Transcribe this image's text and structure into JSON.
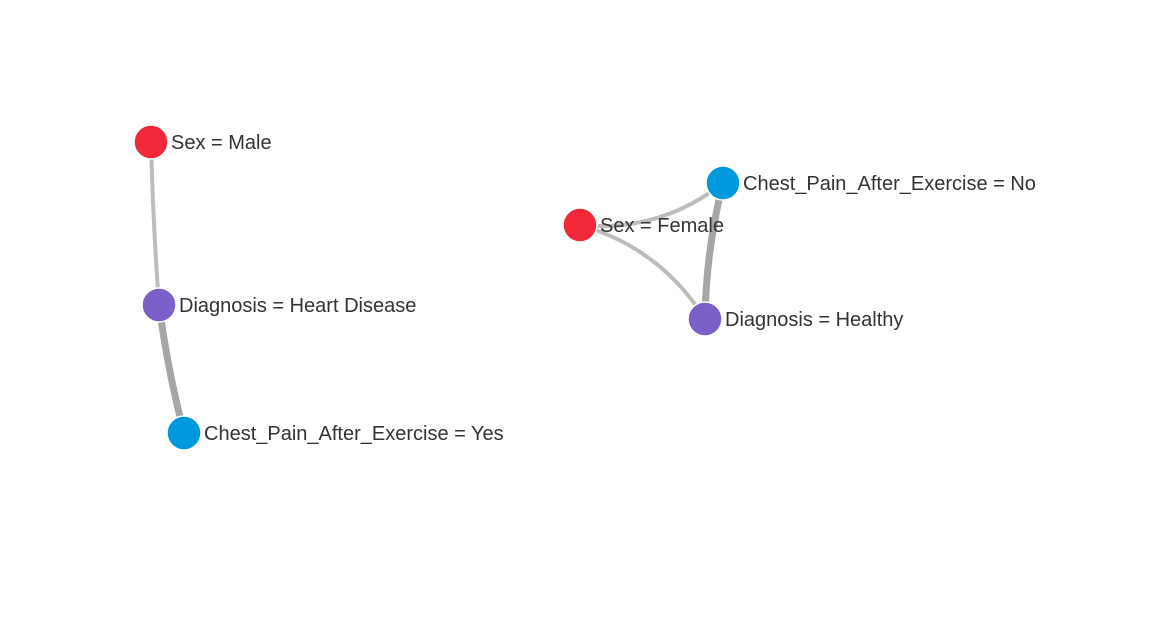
{
  "colors": {
    "sex": "#f2293a",
    "diagnosis": "#7b60c9",
    "chest_pain": "#0099dd",
    "edge_light": "#bdbdbd",
    "edge_strong": "#a6a6a6"
  },
  "nodes": [
    {
      "id": "male",
      "label": "Sex = Male",
      "group": "sex"
    },
    {
      "id": "hd",
      "label": "Diagnosis = Heart Disease",
      "group": "diagnosis"
    },
    {
      "id": "cp_yes",
      "label": "Chest_Pain_After_Exercise = Yes",
      "group": "chest_pain"
    },
    {
      "id": "female",
      "label": "Sex = Female",
      "group": "sex"
    },
    {
      "id": "cp_no",
      "label": "Chest_Pain_After_Exercise = No",
      "group": "chest_pain"
    },
    {
      "id": "healthy",
      "label": "Diagnosis = Healthy",
      "group": "diagnosis"
    }
  ],
  "edges": [
    {
      "source": "male",
      "target": "hd",
      "strength": "weak"
    },
    {
      "source": "hd",
      "target": "cp_yes",
      "strength": "strong"
    },
    {
      "source": "female",
      "target": "cp_no",
      "strength": "weak"
    },
    {
      "source": "female",
      "target": "healthy",
      "strength": "weak"
    },
    {
      "source": "cp_no",
      "target": "healthy",
      "strength": "strong"
    }
  ]
}
